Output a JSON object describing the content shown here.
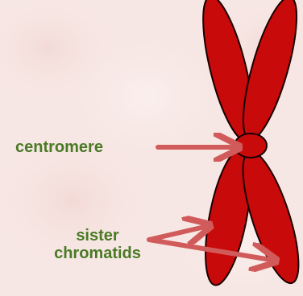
{
  "labels": {
    "centromere": "centromere",
    "sister_line1": "sister",
    "sister_line2": "chromatids"
  },
  "colors": {
    "background": "#f7e7e4",
    "chromosome_fill": "#c90a0a",
    "outline": "#1a0000",
    "arrow": "#d15a5a",
    "label_text": "#4a7a25"
  }
}
